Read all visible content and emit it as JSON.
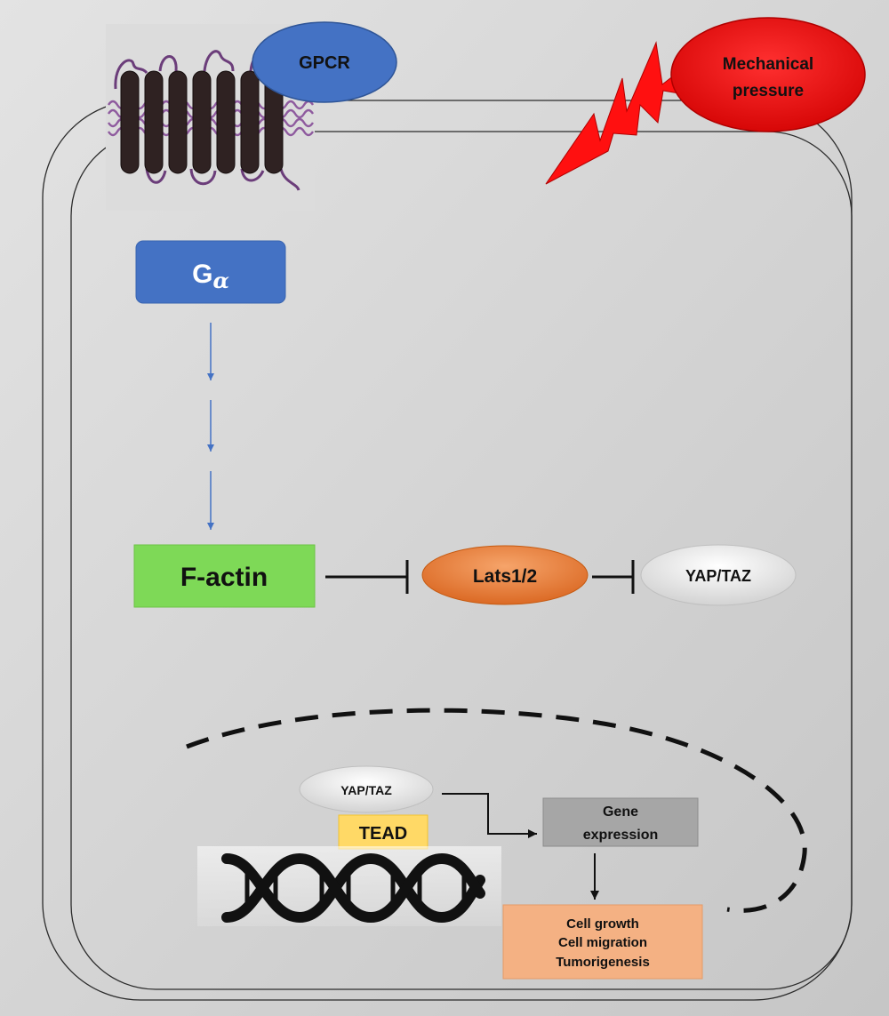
{
  "colors": {
    "background": "#d3d3d3",
    "gpcr": "#4472c4",
    "mechanical": "#ff0000",
    "g_alpha": "#4472c4",
    "arrow_blue": "#4472c4",
    "f_actin": "#7ed957",
    "lats": "#ed7d31",
    "yap_taz": "#f2f2f2",
    "tead": "#ffd966",
    "gene_expression": "#a6a6a6",
    "outcomes": "#f4b183"
  },
  "icons": {
    "receptor": "gpcr-receptor-icon",
    "pressure": "lightning-bolt-icon",
    "dna": "dna-helix-icon"
  },
  "labels": {
    "gpcr": "GPCR",
    "mechanical_line1": "Mechanical",
    "mechanical_line2": "pressure",
    "g_alpha_letter": "G",
    "g_alpha_sub": "α",
    "f_actin": "F-actin",
    "lats": "Lats1/2",
    "yap_taz_cyto": "YAP/TAZ",
    "yap_taz_nuclear": "YAP/TAZ",
    "tead": "TEAD",
    "gene_line1": "Gene",
    "gene_line2": "expression",
    "outcome_line1": "Cell growth",
    "outcome_line2": "Cell migration",
    "outcome_line3": "Tumorigenesis"
  }
}
